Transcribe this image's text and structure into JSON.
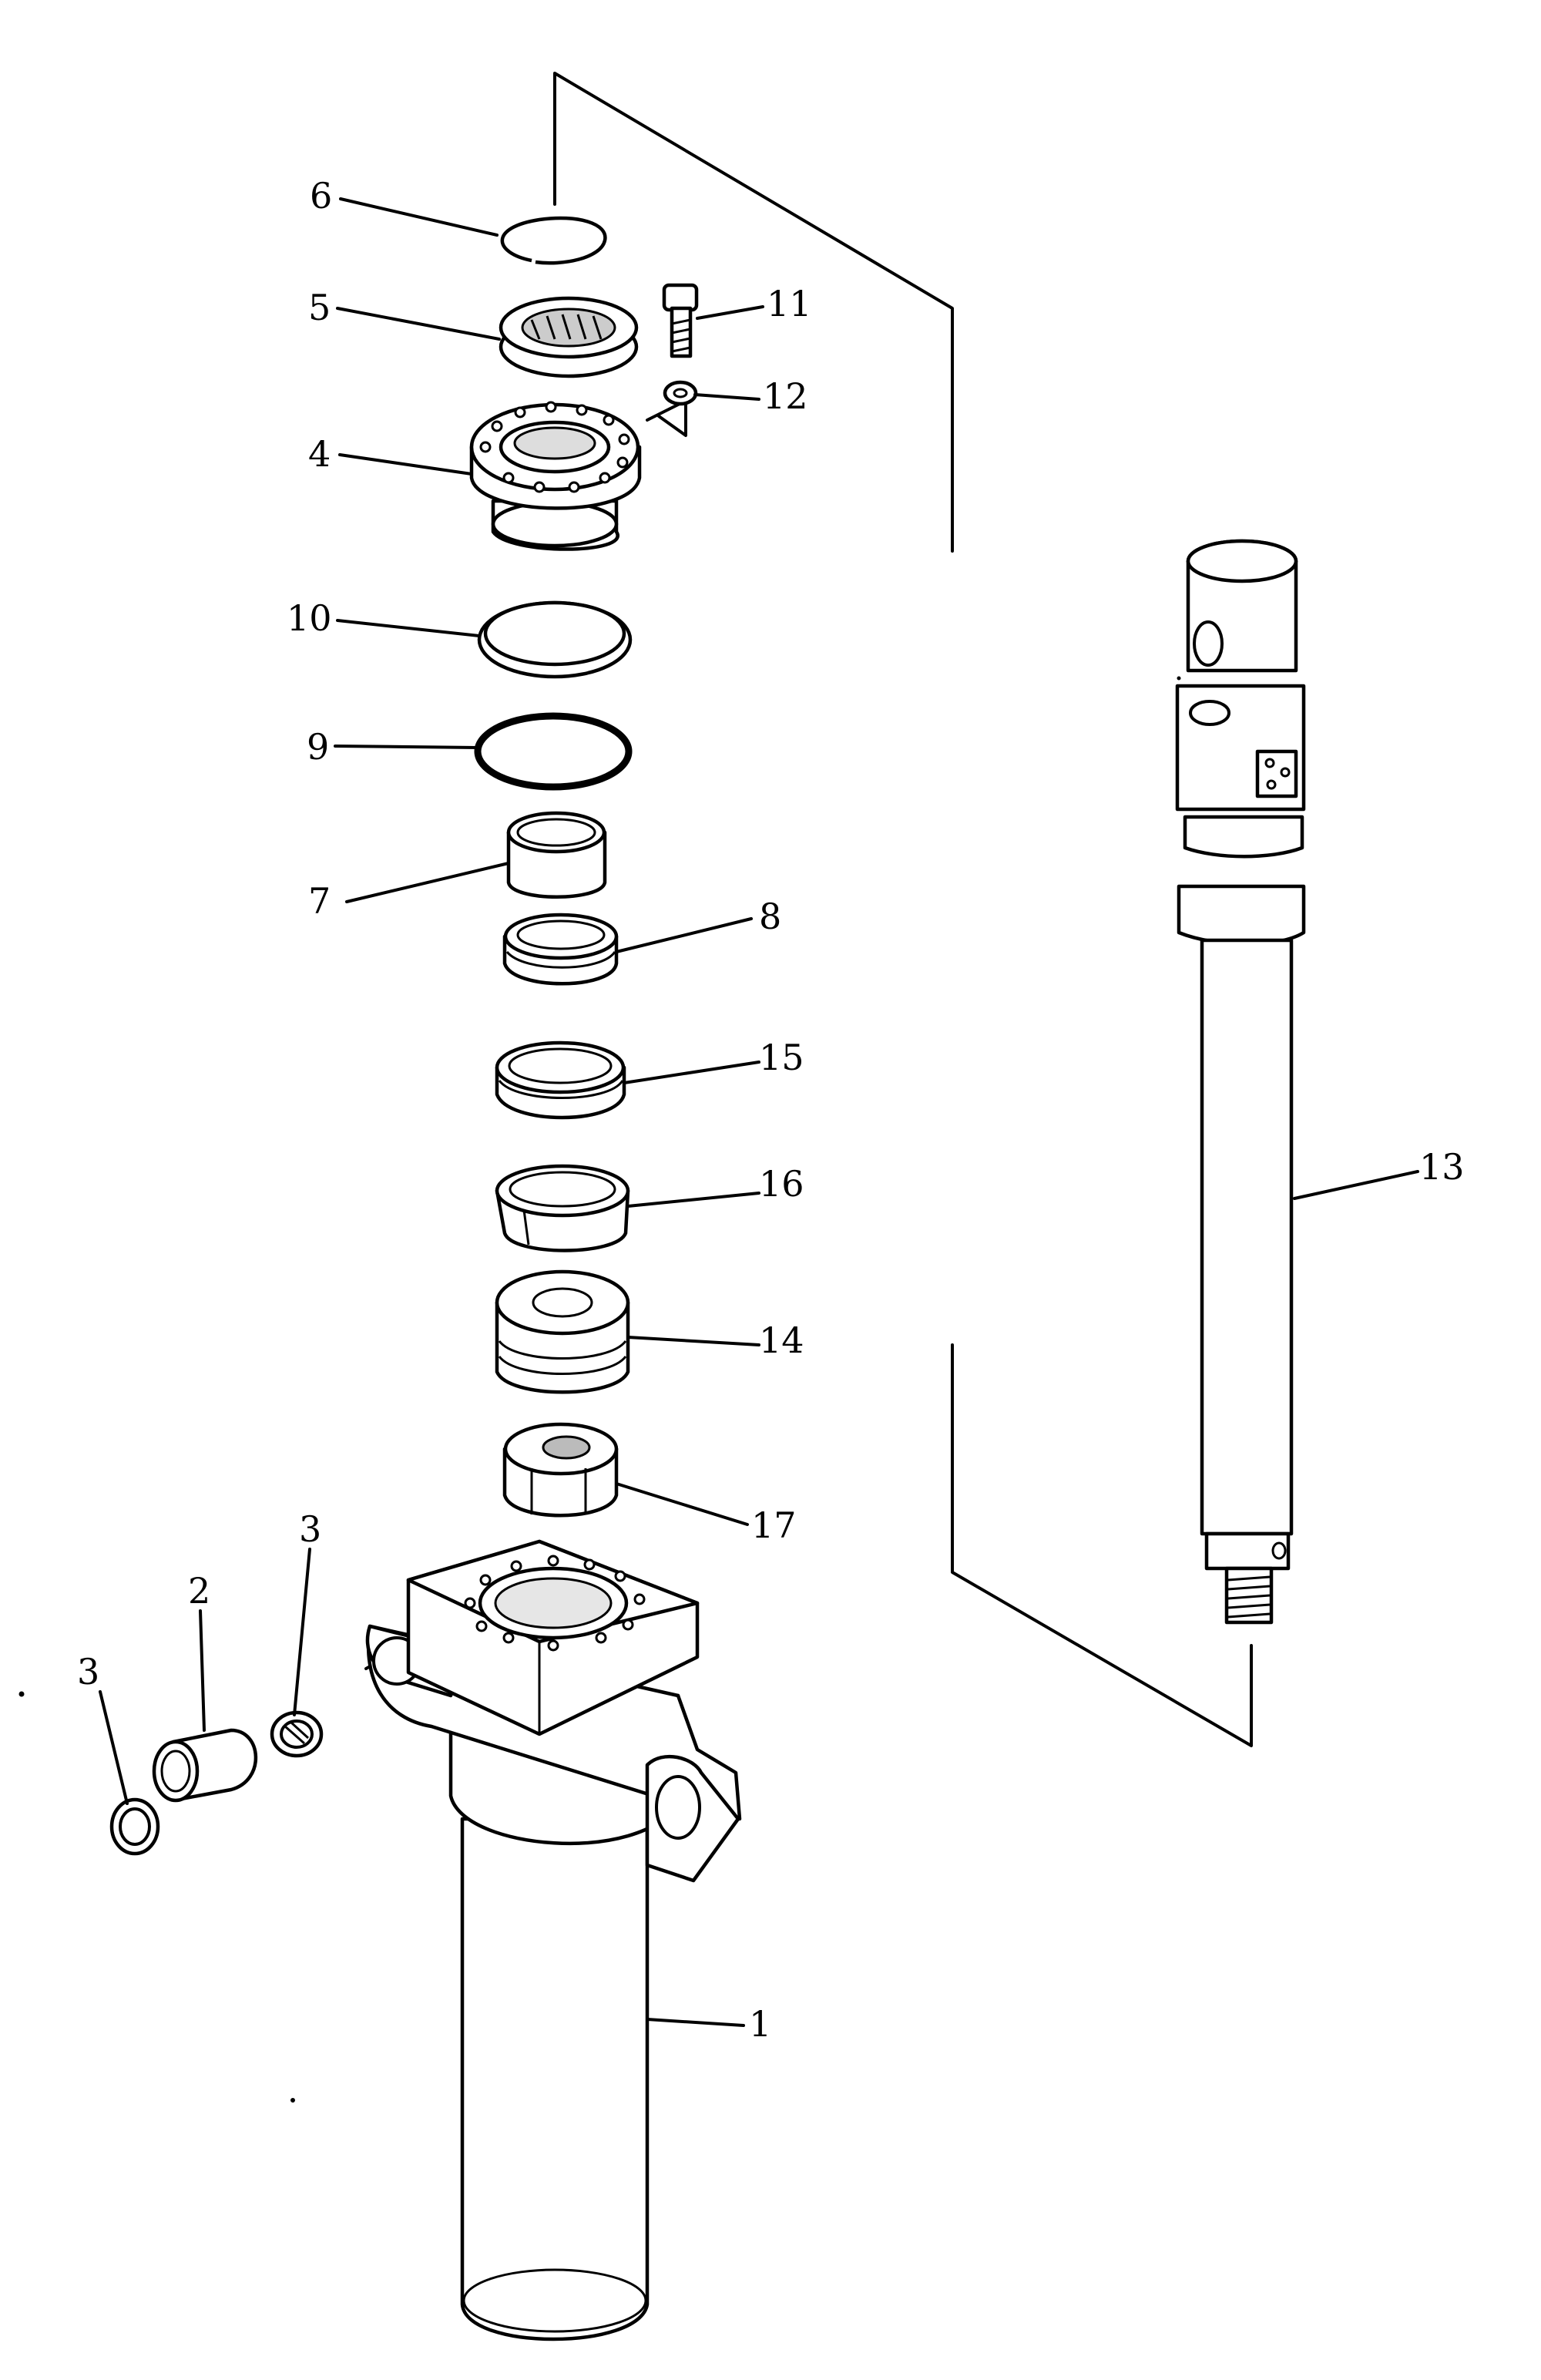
{
  "callouts": {
    "p1": "1",
    "p2": "2",
    "p3a": "3",
    "p3b": "3",
    "p4": "4",
    "p5": "5",
    "p6": "6",
    "p7": "7",
    "p8": "8",
    "p9": "9",
    "p10": "10",
    "p11": "11",
    "p12": "12",
    "p13": "13",
    "p14": "14",
    "p15": "15",
    "p16": "16",
    "p17": "17"
  }
}
